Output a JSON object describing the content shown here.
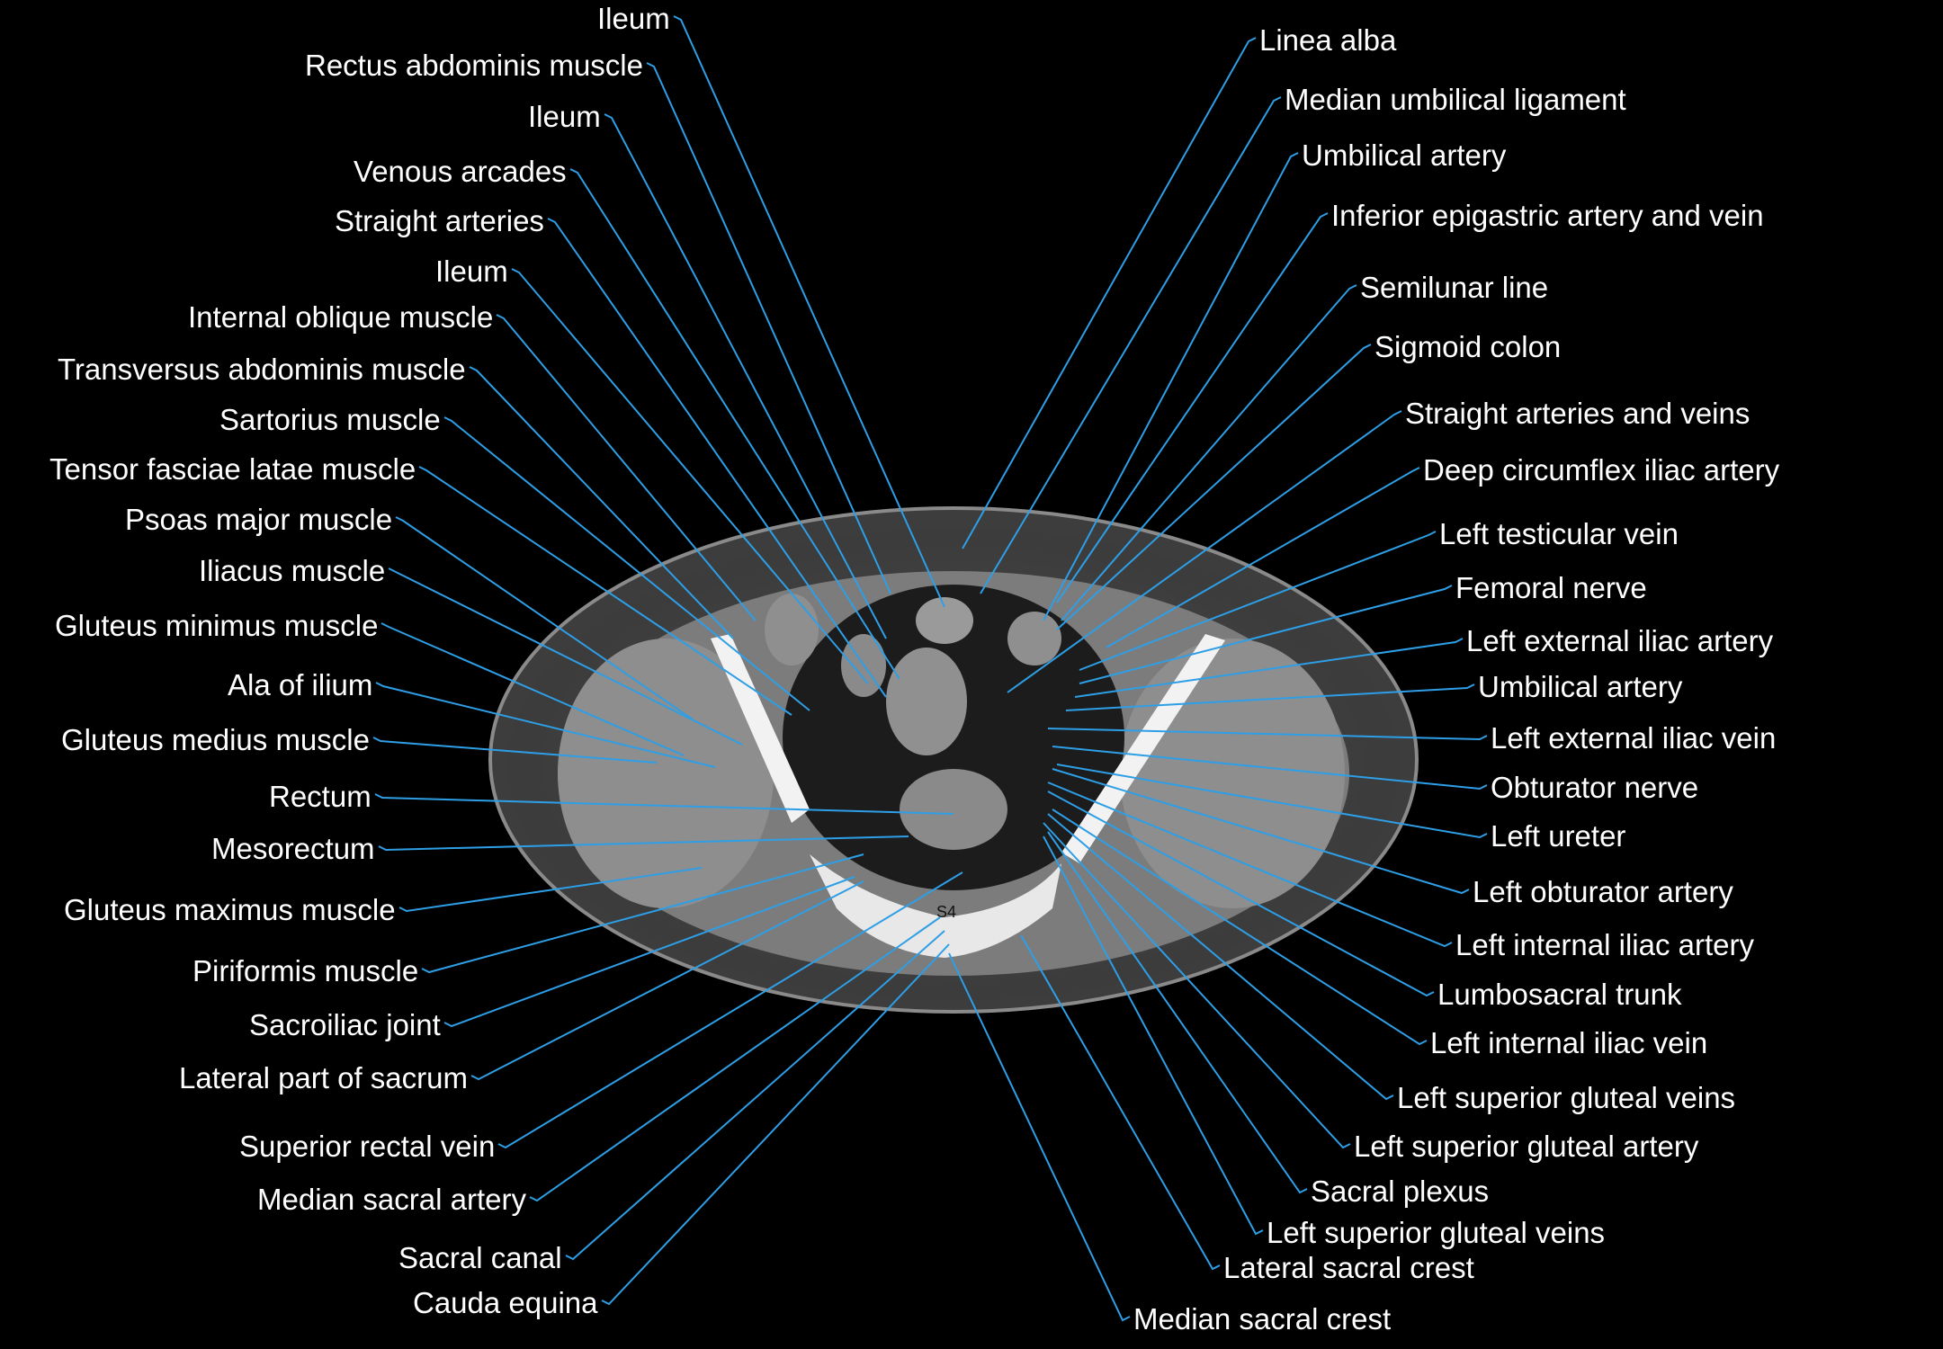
{
  "colors": {
    "background": "#000000",
    "leader_line": "#2e9fe6",
    "label_text": "#ffffff"
  },
  "slice_label": "S4",
  "labels_left": [
    "Ileum",
    "Rectus abdominis muscle",
    "Ileum",
    "Venous arcades",
    "Straight  arteries",
    "Ileum",
    "Internal oblique muscle",
    "Transversus abdominis muscle",
    "Sartorius muscle",
    "Tensor fasciae latae muscle",
    "Psoas major muscle",
    "Iliacus muscle",
    "Gluteus minimus muscle",
    "Ala of ilium",
    "Gluteus medius muscle",
    "Rectum",
    "Mesorectum",
    "Gluteus maximus muscle",
    "Piriformis muscle",
    "Sacroiliac joint",
    "Lateral part of sacrum",
    "Superior rectal vein",
    "Median sacral artery",
    "Sacral canal",
    "Cauda equina"
  ],
  "labels_right": [
    "Linea alba",
    "Median umbilical ligament",
    "Umbilical artery",
    "Inferior epigastric artery and vein",
    "Semilunar line",
    "Sigmoid colon",
    "Straight  arteries and veins",
    "Deep circumflex iliac artery",
    "Left testicular vein",
    "Femoral nerve",
    "Left external iliac artery",
    "Umbilical artery",
    "Left external iliac vein",
    "Obturator nerve",
    "Left ureter",
    "Left obturator artery",
    "Left internal iliac artery",
    "Lumbosacral trunk",
    "Left internal iliac vein",
    "Left superior gluteal veins",
    "Left superior gluteal artery",
    "Sacral plexus",
    "Left superior gluteal veins",
    "Lateral sacral crest",
    "Median sacral crest"
  ]
}
